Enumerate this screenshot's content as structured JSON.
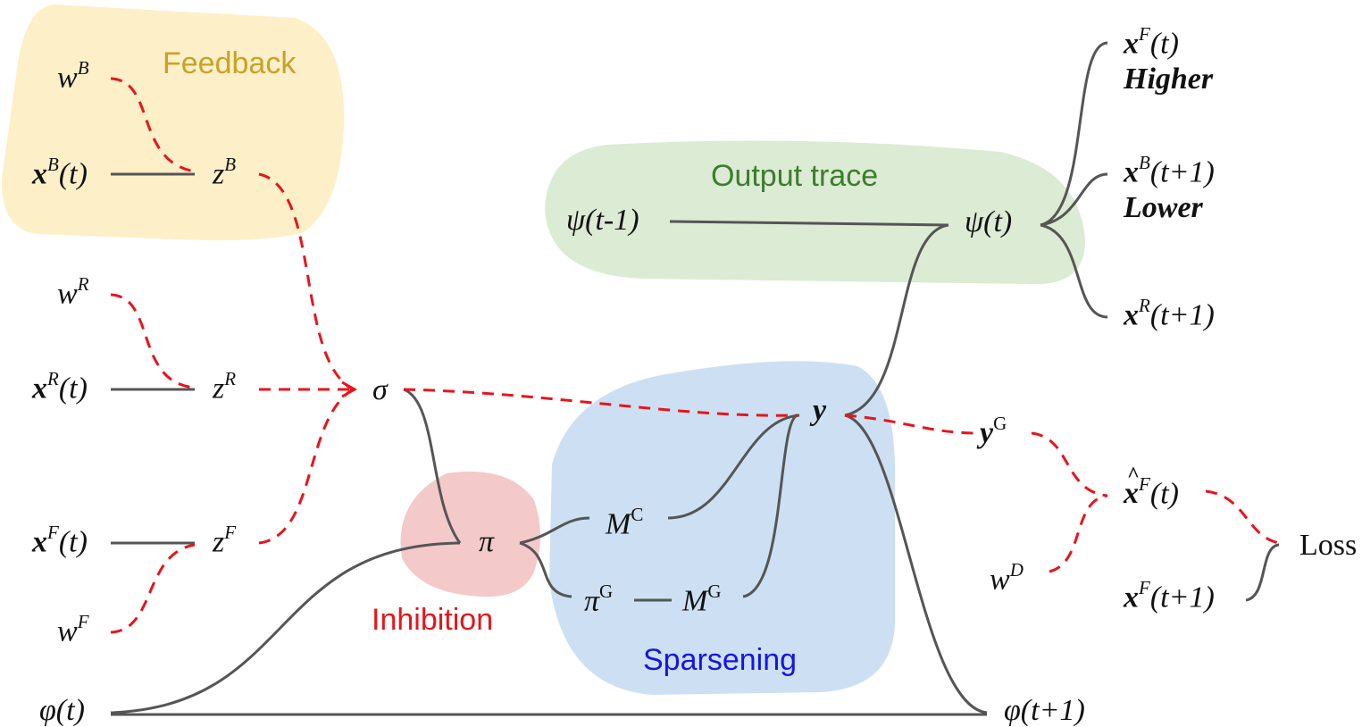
{
  "regions": {
    "feedback": {
      "label": "Feedback",
      "color": "#c9a227",
      "fill": "#fdf0c8"
    },
    "output_trace": {
      "label": "Output trace",
      "color": "#3c7d2e",
      "fill": "#dcebd3"
    },
    "inhibition": {
      "label": "Inhibition",
      "color": "#e8141b",
      "fill": "#f3c9c9"
    },
    "sparsening": {
      "label": "Sparsening",
      "color": "#1414e6",
      "fill": "#cde0f3"
    }
  },
  "nodes": {
    "wB": {
      "base": "w",
      "sup": "B"
    },
    "xB": {
      "base": "x",
      "sup": "B",
      "arg": "(t)"
    },
    "zB": {
      "base": "z",
      "sup": "B"
    },
    "wR": {
      "base": "w",
      "sup": "R"
    },
    "xR": {
      "base": "x",
      "sup": "R",
      "arg": "(t)"
    },
    "zR": {
      "base": "z",
      "sup": "R"
    },
    "xF": {
      "base": "x",
      "sup": "F",
      "arg": "(t)"
    },
    "zF": {
      "base": "z",
      "sup": "F"
    },
    "wF": {
      "base": "w",
      "sup": "F"
    },
    "phi_t": {
      "text": "φ(t)"
    },
    "sigma": {
      "text": "σ"
    },
    "pi": {
      "text": "π"
    },
    "MC": {
      "base": "M",
      "sup": "C"
    },
    "piG": {
      "base": "π",
      "sup": "G"
    },
    "MG": {
      "base": "M",
      "sup": "G"
    },
    "y": {
      "text": "y"
    },
    "yG": {
      "base": "y",
      "sup": "G"
    },
    "psi_prev": {
      "text": "ψ(t-1)"
    },
    "psi_t": {
      "text": "ψ(t)"
    },
    "out_xF": {
      "base": "x",
      "sup": "F",
      "arg": "(t)"
    },
    "higher": {
      "text": "Higher"
    },
    "out_xB": {
      "base": "x",
      "sup": "B",
      "arg": "(t+1)"
    },
    "lower": {
      "text": "Lower"
    },
    "out_xR": {
      "base": "x",
      "sup": "R",
      "arg": "(t+1)"
    },
    "xhatF": {
      "base": "x",
      "sup": "F",
      "arg": "(t)"
    },
    "wD": {
      "base": "w",
      "sup": "D"
    },
    "xF_next": {
      "base": "x",
      "sup": "F",
      "arg": "(t+1)"
    },
    "loss": {
      "text": "Loss"
    },
    "phi_next": {
      "text": "φ(t+1)"
    }
  },
  "edge_colors": {
    "solid": "#555555",
    "dashed": "#e8141b"
  }
}
